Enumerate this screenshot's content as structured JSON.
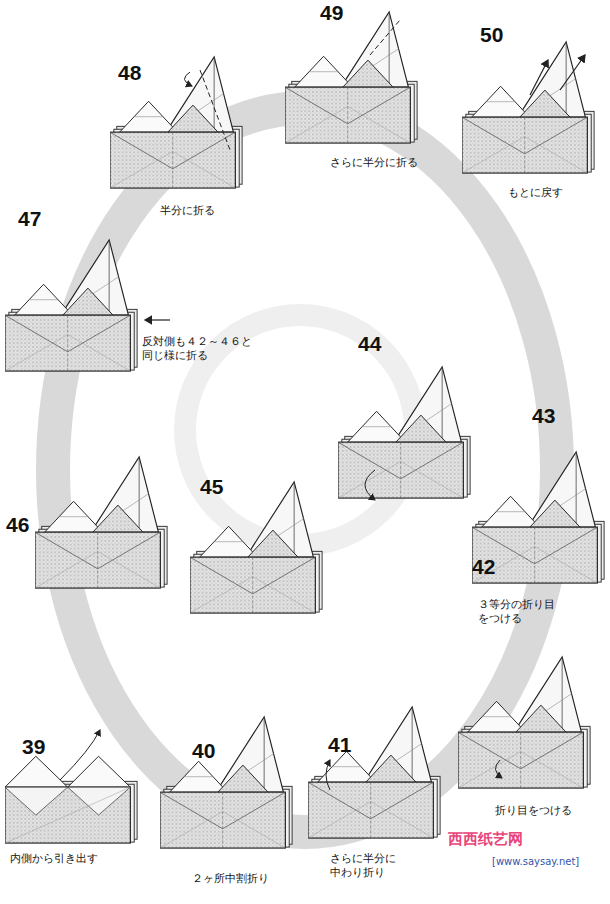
{
  "diagram": {
    "labels": [
      "48",
      "半分に折る",
      "49",
      "さらに半分に折る",
      "50",
      "もとに戻す",
      "47",
      "反対側も４２～４６と同じ様に折る",
      "44",
      "43",
      "３等分の折り目をつける",
      "46",
      "45",
      "42",
      "折り目をつける",
      "39",
      "内側から引き出す",
      "40",
      "２ヶ所中割折り",
      "41",
      "さらに半分に中わり折り",
      "西西纸艺网",
      "[www.saysay.net]"
    ]
  }
}
